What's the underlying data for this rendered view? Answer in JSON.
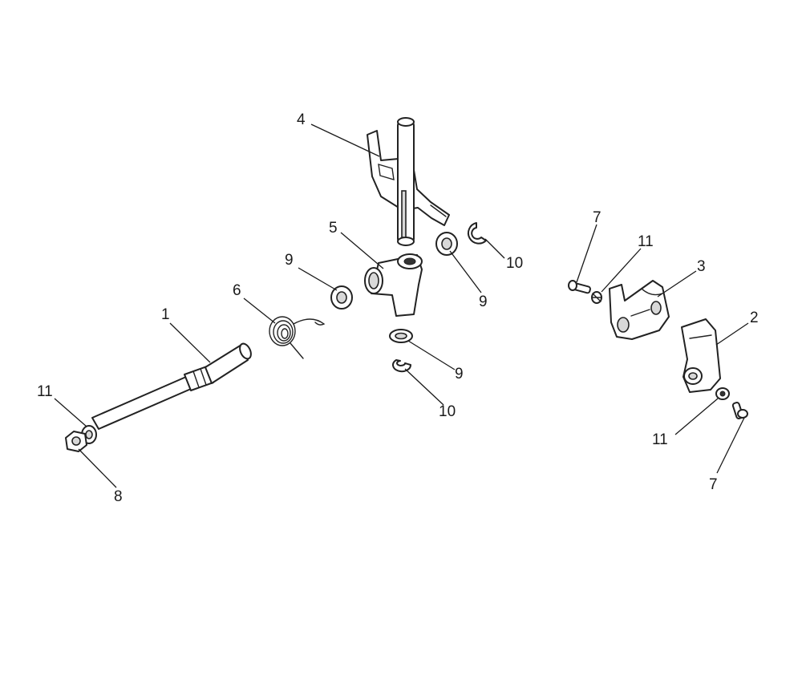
{
  "callouts": {
    "c1": "1",
    "c2": "2",
    "c3": "3",
    "c4": "4",
    "c5": "5",
    "c6": "6",
    "c7a": "7",
    "c7b": "7",
    "c8": "8",
    "c9a": "9",
    "c9b": "9",
    "c9c": "9",
    "c10a": "10",
    "c10b": "10",
    "c11a": "11",
    "c11b": "11",
    "c11c": "11"
  }
}
